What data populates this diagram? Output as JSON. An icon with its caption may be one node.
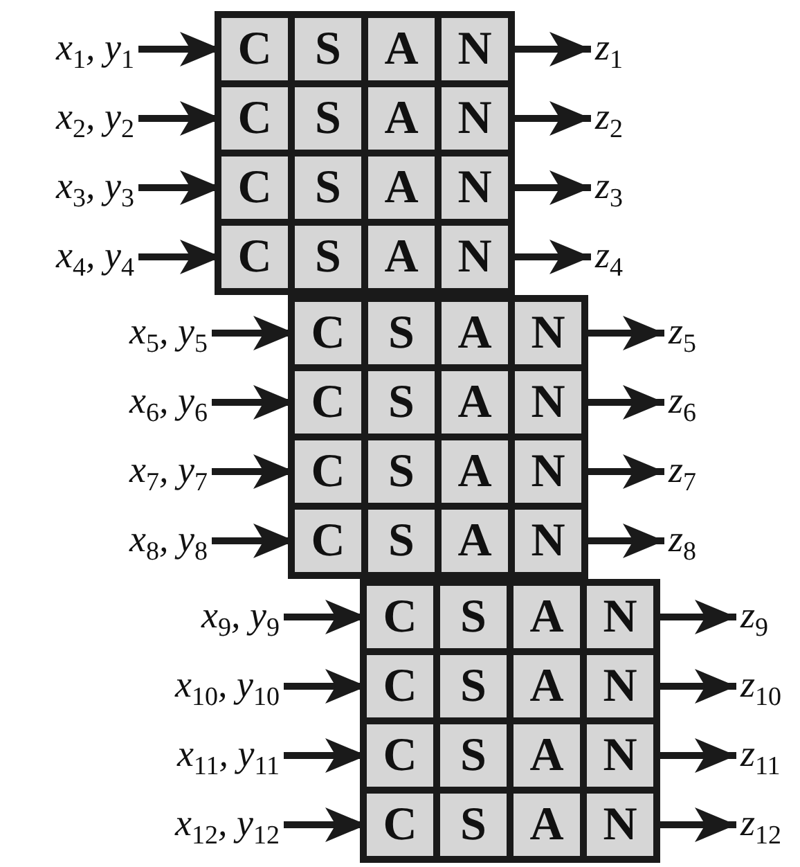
{
  "diagram": {
    "nodes": [
      {
        "text": [],
        "shape": "box"
      },
      {
        "text": [
          "x$_{1}$, y$_{1}$"
        ]
      },
      {
        "text": [
          "C"
        ],
        "in": 0
      },
      {
        "text": [
          "S"
        ],
        "in": 0
      },
      {
        "text": [
          "A"
        ],
        "in": 0
      },
      {
        "text": [
          "N"
        ],
        "in": 0
      },
      {
        "text": [
          "z$_{1}$"
        ]
      },
      {
        "text": [
          "x$_{2}$, y$_{2}$"
        ]
      },
      {
        "text": [
          "C"
        ],
        "in": 0
      },
      {
        "text": [
          "S"
        ],
        "in": 0
      },
      {
        "text": [
          "A"
        ],
        "in": 0
      },
      {
        "text": [
          "N"
        ],
        "in": 0
      },
      {
        "text": [
          "z$_{2}$"
        ]
      },
      {
        "text": [
          "x$_{3}$, y$_{3}$"
        ]
      },
      {
        "text": [
          "C"
        ],
        "in": 0
      },
      {
        "text": [
          "S"
        ],
        "in": 0
      },
      {
        "text": [
          "A"
        ],
        "in": 0
      },
      {
        "text": [
          "N"
        ],
        "in": 0
      },
      {
        "text": [
          "z$_{3}$"
        ]
      },
      {
        "text": [
          "x$_{4}$, y$_{4}$"
        ]
      },
      {
        "text": [
          "C"
        ],
        "in": 0
      },
      {
        "text": [
          "S"
        ],
        "in": 0
      },
      {
        "text": [
          "A"
        ],
        "in": 0
      },
      {
        "text": [
          "N"
        ],
        "in": 0
      },
      {
        "text": [
          "z$_{4}$"
        ]
      },
      {
        "text": [],
        "shape": "box"
      },
      {
        "text": [
          "x$_{5}$, y$_{5}$"
        ]
      },
      {
        "text": [
          "C"
        ],
        "in": 25
      },
      {
        "text": [
          "S"
        ],
        "in": 25
      },
      {
        "text": [
          "A"
        ],
        "in": 25
      },
      {
        "text": [
          "N"
        ],
        "in": 25
      },
      {
        "text": [
          "z$_{5}$"
        ]
      },
      {
        "text": [
          "x$_{6}$, y$_{6}$"
        ]
      },
      {
        "text": [
          "C"
        ],
        "in": 25
      },
      {
        "text": [
          "S"
        ],
        "in": 25
      },
      {
        "text": [
          "A"
        ],
        "in": 25
      },
      {
        "text": [
          "N"
        ],
        "in": 25
      },
      {
        "text": [
          "z$_{6}$"
        ]
      },
      {
        "text": [
          "x$_{7}$, y$_{7}$"
        ]
      },
      {
        "text": [
          "C"
        ],
        "in": 25
      },
      {
        "text": [
          "S"
        ],
        "in": 25
      },
      {
        "text": [
          "A"
        ],
        "in": 25
      },
      {
        "text": [
          "N"
        ],
        "in": 25
      },
      {
        "text": [
          "z$_{7}$"
        ]
      },
      {
        "text": [
          "x$_{8}$, y$_{8}$"
        ]
      },
      {
        "text": [
          "C"
        ],
        "in": 25
      },
      {
        "text": [
          "S"
        ],
        "in": 25
      },
      {
        "text": [
          "A"
        ],
        "in": 25
      },
      {
        "text": [
          "N"
        ],
        "in": 25
      },
      {
        "text": [
          "z$_{8}$"
        ]
      },
      {
        "text": [],
        "shape": "box"
      },
      {
        "text": [
          "x$_{9}$, y$_{9}$"
        ]
      },
      {
        "text": [
          "C"
        ],
        "in": 50
      },
      {
        "text": [
          "S"
        ],
        "in": 50
      },
      {
        "text": [
          "A"
        ],
        "in": 50
      },
      {
        "text": [
          "N"
        ],
        "in": 50
      },
      {
        "text": [
          "z$_{9}$"
        ]
      },
      {
        "text": [
          "x$_{10}$, y$_{10}$"
        ]
      },
      {
        "text": [
          "C"
        ],
        "in": 50
      },
      {
        "text": [
          "S"
        ],
        "in": 50
      },
      {
        "text": [
          "A"
        ],
        "in": 50
      },
      {
        "text": [
          "N"
        ],
        "in": 50
      },
      {
        "text": [
          "z$_{10}$"
        ]
      },
      {
        "text": [
          "x$_{11}$, y$_{11}$"
        ]
      },
      {
        "text": [
          "C"
        ],
        "in": 50
      },
      {
        "text": [
          "S"
        ],
        "in": 50
      },
      {
        "text": [
          "A"
        ],
        "in": 50
      },
      {
        "text": [
          "N"
        ],
        "in": 50
      },
      {
        "text": [
          "z$_{11}$"
        ]
      },
      {
        "text": [
          "x$_{12}$, y$_{12}$"
        ]
      },
      {
        "text": [
          "C"
        ],
        "in": 50
      },
      {
        "text": [
          "S"
        ],
        "in": 50
      },
      {
        "text": [
          "A"
        ],
        "in": 50
      },
      {
        "text": [
          "N"
        ],
        "in": 50
      },
      {
        "text": [
          "z$_{12}$"
        ]
      }
    ],
    "edges": [
      {
        "from": 1,
        "to": 2,
        "arrow": "to"
      },
      {
        "from": 5,
        "to": 6,
        "arrow": "to"
      },
      {
        "from": 7,
        "to": 8,
        "arrow": "to"
      },
      {
        "from": 11,
        "to": 12,
        "arrow": "to"
      },
      {
        "from": 13,
        "to": 14,
        "arrow": "to"
      },
      {
        "from": 17,
        "to": 18,
        "arrow": "to"
      },
      {
        "from": 19,
        "to": 20,
        "arrow": "to"
      },
      {
        "from": 23,
        "to": 24,
        "arrow": "to"
      },
      {
        "from": 26,
        "to": 27,
        "arrow": "to"
      },
      {
        "from": 30,
        "to": 31,
        "arrow": "to"
      },
      {
        "from": 32,
        "to": 33,
        "arrow": "to"
      },
      {
        "from": 36,
        "to": 37,
        "arrow": "to"
      },
      {
        "from": 38,
        "to": 39,
        "arrow": "to"
      },
      {
        "from": 42,
        "to": 43,
        "arrow": "to"
      },
      {
        "from": 44,
        "to": 45,
        "arrow": "to"
      },
      {
        "from": 48,
        "to": 49,
        "arrow": "to"
      },
      {
        "from": 51,
        "to": 52,
        "arrow": "to"
      },
      {
        "from": 55,
        "to": 56,
        "arrow": "to"
      },
      {
        "from": 57,
        "to": 58,
        "arrow": "to"
      },
      {
        "from": 61,
        "to": 62,
        "arrow": "to"
      },
      {
        "from": 63,
        "to": 64,
        "arrow": "to"
      },
      {
        "from": 67,
        "to": 68,
        "arrow": "to"
      },
      {
        "from": 69,
        "to": 70,
        "arrow": "to"
      },
      {
        "from": 73,
        "to": 74,
        "arrow": "to"
      }
    ]
  }
}
